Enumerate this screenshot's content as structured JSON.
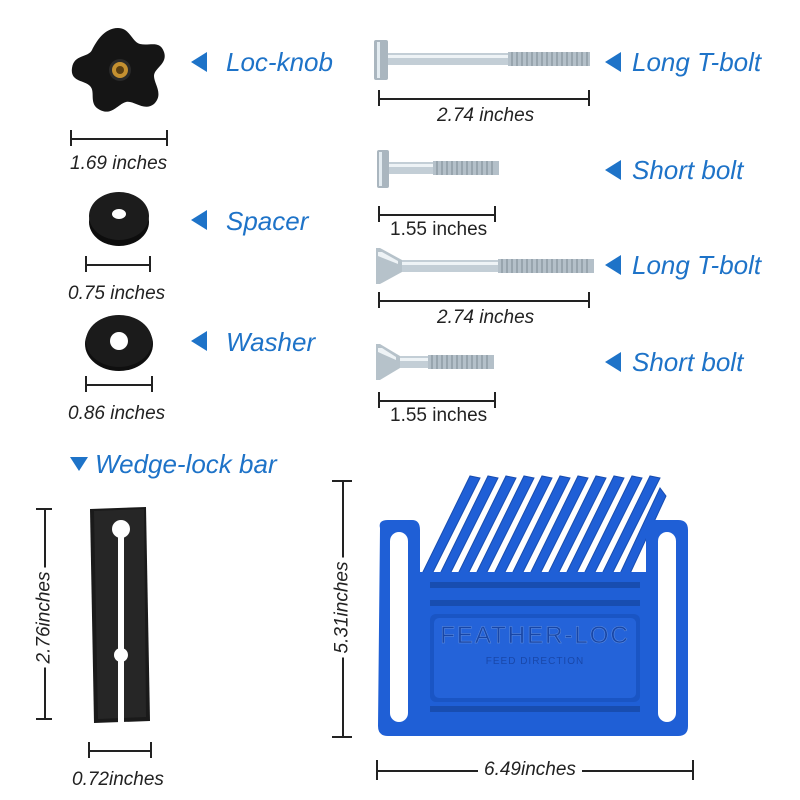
{
  "labels": {
    "loc_knob": "Loc-knob",
    "spacer": "Spacer",
    "washer": "Washer",
    "wedge_lock_bar": "Wedge-lock bar",
    "long_tbolt_1": "Long T-bolt",
    "short_bolt_1": "Short bolt",
    "long_tbolt_2": "Long T-bolt",
    "short_bolt_2": "Short bolt"
  },
  "dimensions": {
    "loc_knob": "1.69 inches",
    "spacer": "0.75 inches",
    "washer": "0.86 inches",
    "long_tbolt_1": "2.74 inches",
    "short_bolt_1": "1.55 inches",
    "long_tbolt_2": "2.74 inches",
    "short_bolt_2": "1.55 inches",
    "wedge_height": "2.76inches",
    "wedge_width": "0.72inches",
    "feather_height": "5.31inches",
    "feather_width": "6.49inches"
  },
  "product_text": {
    "brand": "FEATHER-LOC",
    "subtext": "FEED DIRECTION"
  },
  "colors": {
    "accent": "#1e73c8",
    "feather_blue": "#1f5fd6",
    "hardware_black": "#151515",
    "bolt_steel": "#b9c6cf"
  }
}
